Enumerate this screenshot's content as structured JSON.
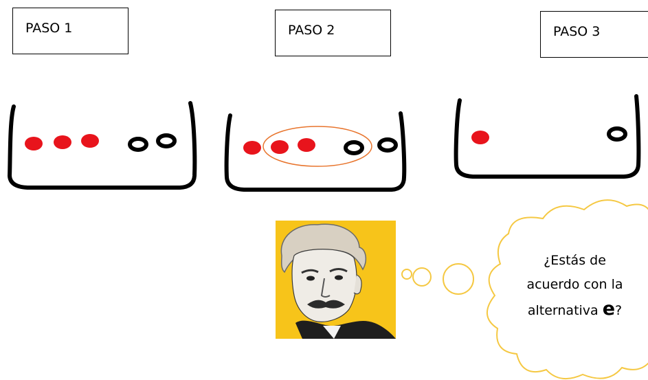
{
  "steps": [
    {
      "label": "PASO 1"
    },
    {
      "label": "PASO 2"
    },
    {
      "label": "PASO 3"
    }
  ],
  "colors": {
    "filled_dot": "#e8141c",
    "hollow_dot": "#000000",
    "container": "#000000",
    "selection_ellipse": "#e8742c",
    "thought_bubble": "#f5c842",
    "portrait_bg": "#f7c41a"
  },
  "containers": [
    {
      "filled": 3,
      "hollow": 2,
      "selection": false
    },
    {
      "filled": 3,
      "hollow": 2,
      "selection": true
    },
    {
      "filled": 1,
      "hollow": 1,
      "selection": false
    }
  ],
  "portrait": {
    "icon": "einstein-portrait"
  },
  "thought": {
    "line1": "¿Estás de",
    "line2": "acuerdo con la",
    "line3_prefix": "alternativa ",
    "line3_emphasis": "e",
    "line3_suffix": "?"
  }
}
